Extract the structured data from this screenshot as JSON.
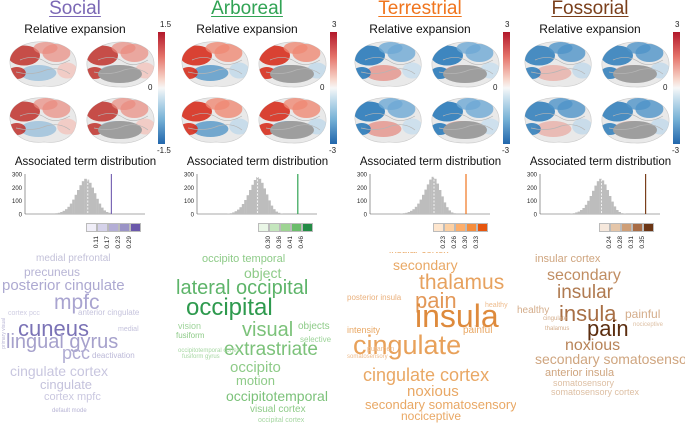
{
  "labels": {
    "expansion": "Relative expansion",
    "distribution": "Associated term distribution"
  },
  "panels": [
    {
      "title": "Social",
      "accent": "#7B68B5",
      "scale": {
        "max": "1.5",
        "mid": "0",
        "min": "-1.5"
      },
      "bins": [
        "0.11",
        "0.17",
        "0.23",
        "0.29"
      ],
      "bin_colors": [
        "#f0eef8",
        "#d5d2ea",
        "#b4aed6",
        "#9a93c6",
        "#6a58aa"
      ],
      "hist_ticks": [
        "300",
        "200",
        "100",
        "0"
      ],
      "cloud": [
        {
          "text": "medial prefrontal",
          "color": "#c3c1d9"
        },
        {
          "text": "precuneus",
          "color": "#b7b4d5"
        },
        {
          "text": "posterior cingulate",
          "color": "#ada9d1"
        },
        {
          "text": "mpfc",
          "color": "#a9a4d0"
        },
        {
          "text": "anterior cingulate",
          "color": "#c6c4dd"
        },
        {
          "text": "cortex pcc",
          "color": "#cfcde2"
        },
        {
          "text": "cuneus",
          "color": "#7b73b6"
        },
        {
          "text": "medial",
          "color": "#c4c2dc"
        },
        {
          "text": "lingual gyrus",
          "color": "#a6a1cc"
        },
        {
          "text": "pcc",
          "color": "#b0acd3"
        },
        {
          "text": "deactivation",
          "color": "#bcb9d8"
        },
        {
          "text": "cingulate cortex",
          "color": "#c8c6df"
        },
        {
          "text": "cingulate",
          "color": "#c4c2dc"
        },
        {
          "text": "cortex mpfc",
          "color": "#cac8e0"
        },
        {
          "text": "default mode",
          "color": "#b7b4d5"
        },
        {
          "text": "primary visual",
          "color": "#b7b4d5"
        }
      ]
    },
    {
      "title": "Arboreal",
      "accent": "#31A354",
      "scale": {
        "max": "3",
        "mid": "0",
        "min": "-3"
      },
      "bins": [
        "0.30",
        "0.36",
        "0.41",
        "0.46"
      ],
      "bin_colors": [
        "#e9f6e6",
        "#c4e6bd",
        "#9ed493",
        "#6bbd6b",
        "#238b45"
      ],
      "hist_ticks": [
        "300",
        "200",
        "100",
        "0"
      ],
      "cloud": [
        {
          "text": "occipito temporal",
          "color": "#8ecb88"
        },
        {
          "text": "object",
          "color": "#8ecb88"
        },
        {
          "text": "lateral occipital",
          "color": "#5db469"
        },
        {
          "text": "occipital",
          "color": "#2e9a4e"
        },
        {
          "text": "visual",
          "color": "#7cc27a"
        },
        {
          "text": "objects",
          "color": "#8ecb88"
        },
        {
          "text": "vision",
          "color": "#9ed49a"
        },
        {
          "text": "fusiform",
          "color": "#8ecb88"
        },
        {
          "text": "selective",
          "color": "#9ed49a"
        },
        {
          "text": "extrastriate",
          "color": "#7cc27a"
        },
        {
          "text": "occipito",
          "color": "#8ecb88"
        },
        {
          "text": "motion",
          "color": "#8ecb88"
        },
        {
          "text": "occipitotemporal",
          "color": "#7cc27a"
        },
        {
          "text": "visual cortex",
          "color": "#8ecb88"
        },
        {
          "text": "occipital cortex",
          "color": "#a6d7a2"
        },
        {
          "text": "occipitotemporal cortex",
          "color": "#a6d7a2"
        },
        {
          "text": "fusiform gyrus",
          "color": "#a6d7a2"
        }
      ]
    },
    {
      "title": "Terrestrial",
      "accent": "#F0751E",
      "scale": {
        "max": "3",
        "mid": "0",
        "min": "-3"
      },
      "bins": [
        "0.23",
        "0.26",
        "0.30",
        "0.33"
      ],
      "bin_colors": [
        "#fee6ce",
        "#fdd0a2",
        "#fdae6b",
        "#f58d3c",
        "#e6550d"
      ],
      "hist_ticks": [
        "300",
        "200",
        "100",
        "0"
      ],
      "cloud": [
        {
          "text": "insular cortex",
          "color": "#e9a865"
        },
        {
          "text": "secondary",
          "color": "#e9a865"
        },
        {
          "text": "thalamus",
          "color": "#e7a25f"
        },
        {
          "text": "pain",
          "color": "#e39858"
        },
        {
          "text": "posterior insula",
          "color": "#eab17d"
        },
        {
          "text": "healthy",
          "color": "#eebc8d"
        },
        {
          "text": "insula",
          "color": "#de8a3c"
        },
        {
          "text": "intensity",
          "color": "#e9a865"
        },
        {
          "text": "painful",
          "color": "#e9a865"
        },
        {
          "text": "cingulate",
          "color": "#e8a15a"
        },
        {
          "text": "putamen",
          "color": "#eebc8d"
        },
        {
          "text": "somatosensory",
          "color": "#eebc8d"
        },
        {
          "text": "cingulate cortex",
          "color": "#e9a865"
        },
        {
          "text": "noxious",
          "color": "#e9a865"
        },
        {
          "text": "secondary somatosensory",
          "color": "#e9a865"
        },
        {
          "text": "nociceptive",
          "color": "#e9a865"
        }
      ]
    },
    {
      "title": "Fossorial",
      "accent": "#7A3F1B",
      "scale": {
        "max": "3",
        "mid": "0",
        "min": "-3"
      },
      "bins": [
        "0.24",
        "0.28",
        "0.31",
        "0.35"
      ],
      "bin_colors": [
        "#f6e8dc",
        "#e5c6a9",
        "#cf9f77",
        "#a86c45",
        "#6b3514"
      ],
      "hist_ticks": [
        "300",
        "200",
        "100",
        "0"
      ],
      "cloud": [
        {
          "text": "insular cortex",
          "color": "#cfa57f"
        },
        {
          "text": "secondary",
          "color": "#c08d62"
        },
        {
          "text": "insular",
          "color": "#b07a50"
        },
        {
          "text": "insula",
          "color": "#a86f45"
        },
        {
          "text": "healthy",
          "color": "#d4ad8b"
        },
        {
          "text": "painful",
          "color": "#d4ad8b"
        },
        {
          "text": "pain",
          "color": "#5c2e10"
        },
        {
          "text": "noxious",
          "color": "#b88459"
        },
        {
          "text": "secondary somatosensory",
          "color": "#cfa57f"
        },
        {
          "text": "anterior insula",
          "color": "#cfa57f"
        },
        {
          "text": "somatosensory",
          "color": "#ddbfa3"
        },
        {
          "text": "somatosensory cortex",
          "color": "#ddbfa3"
        },
        {
          "text": "cingulate",
          "color": "#d4ad8b"
        },
        {
          "text": "thalamus",
          "color": "#d4ad8b"
        },
        {
          "text": "nociceptive",
          "color": "#ddbfa3"
        }
      ]
    }
  ]
}
